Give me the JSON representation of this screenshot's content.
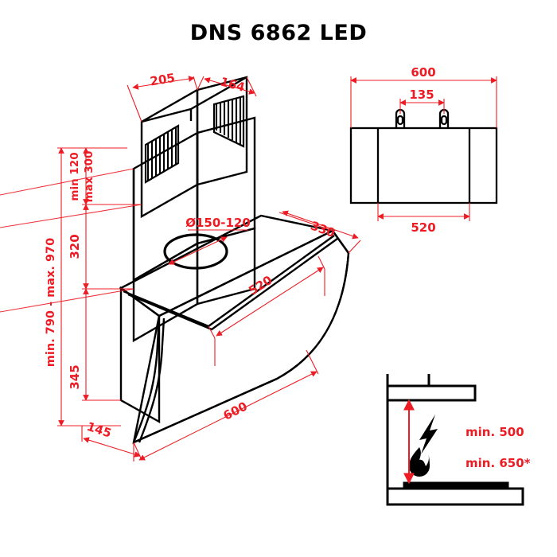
{
  "document": {
    "title": "DNS 6862 LED",
    "type": "technical-dimension-drawing",
    "subject": "wall-mounted inclined glass cooker hood",
    "colors": {
      "outline": "#000000",
      "dimension": "#ED1C24",
      "background": "#FFFFFF"
    }
  },
  "views": {
    "isometric": {
      "name": "isometric-view",
      "dimensions": {
        "chimney_top_width": "205",
        "chimney_top_depth": "164",
        "telescopic_min": "min 120",
        "telescopic_max": "max 300",
        "chimney_lower_height": "320",
        "body_height": "345",
        "total_height": "min. 790 - max. 970",
        "outlet_diameter": "Ø150-120",
        "body_depth": "330",
        "mount_depth": "520",
        "body_width": "600",
        "back_depth": "145"
      }
    },
    "top": {
      "name": "top-view",
      "dimensions": {
        "overall_width": "600",
        "bracket_spacing": "135",
        "inner_width": "520"
      }
    },
    "clearance": {
      "name": "installation-clearance-view",
      "items": [
        {
          "icon": "lightning-bolt-icon",
          "label": "min. 500",
          "meaning": "electric hob minimum clearance"
        },
        {
          "icon": "flame-icon",
          "label": "min. 650*",
          "meaning": "gas hob minimum clearance"
        }
      ]
    }
  }
}
